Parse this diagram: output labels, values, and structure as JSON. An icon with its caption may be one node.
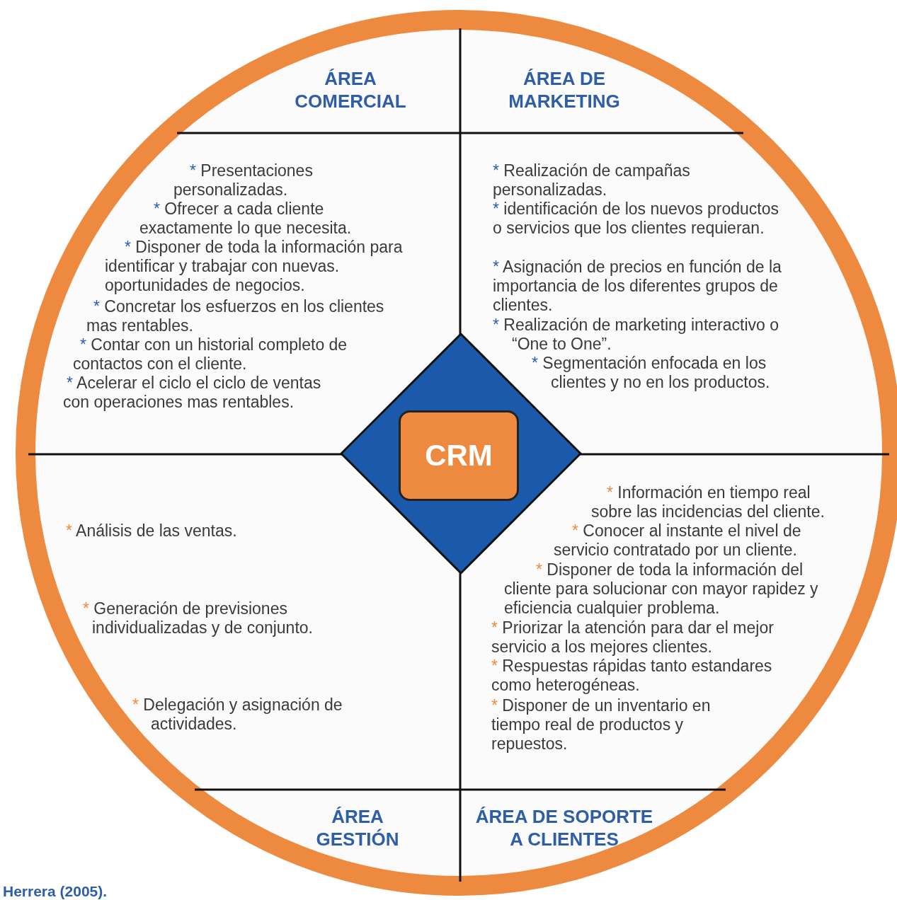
{
  "diagram": {
    "caption": "Herrera (2005).",
    "nodes": [
      {
        "text": [
          "ÁREA COMERCIAL",
          "* Presentaciones personalizadas.",
          "* Ofrecer a cada cliente exactamente lo que necesita.",
          "* Disponer de toda la información para identificar y trabajar con nuevas. oportunidades de negocios.",
          "* Concretar los esfuerzos en los clientes mas rentables.",
          "* Contar con un historial completo de contactos con el cliente.",
          "* Acelerar el ciclo el ciclo de ventas con operaciones mas rentables."
        ]
      },
      {
        "text": [
          "ÁREA DE MARKETING",
          "* Realización de campañas personalizadas.",
          "* identificación de los nuevos productos o servicios que los clientes requieran.",
          "* Asignación de precios en función de la importancia de los diferentes grupos de clientes.",
          "* Realización de marketing interactivo o “One to One”.",
          "* Segmentación enfocada en los clientes y no en los productos."
        ]
      },
      {
        "text": [
          "ÁREA GESTIÓN",
          "* Análisis de las ventas.",
          "* Generación de previsiones individualizadas y de conjunto.",
          "* Delegación y asignación de actividades."
        ]
      },
      {
        "text": [
          "ÁREA DE SOPORTE A CLIENTES",
          "* Información en tiempo real sobre las incidencias del cliente.",
          "* Conocer al instante el nivel de servicio contratado por un cliente.",
          "* Disponer de toda la información del cliente para solucionar con mayor rapidez y eficiencia cualquier problema.",
          "* Priorizar la atención para dar el mejor servicio a los mejores clientes.",
          "* Respuestas rápidas tanto estandares como heterogéneas.",
          "* Disponer de un inventario en tiempo real de productos y repuestos."
        ]
      },
      {
        "text": [],
        "shape": "diamond"
      },
      {
        "text": [
          "CRM"
        ],
        "in": 4
      }
    ],
    "edges": []
  }
}
